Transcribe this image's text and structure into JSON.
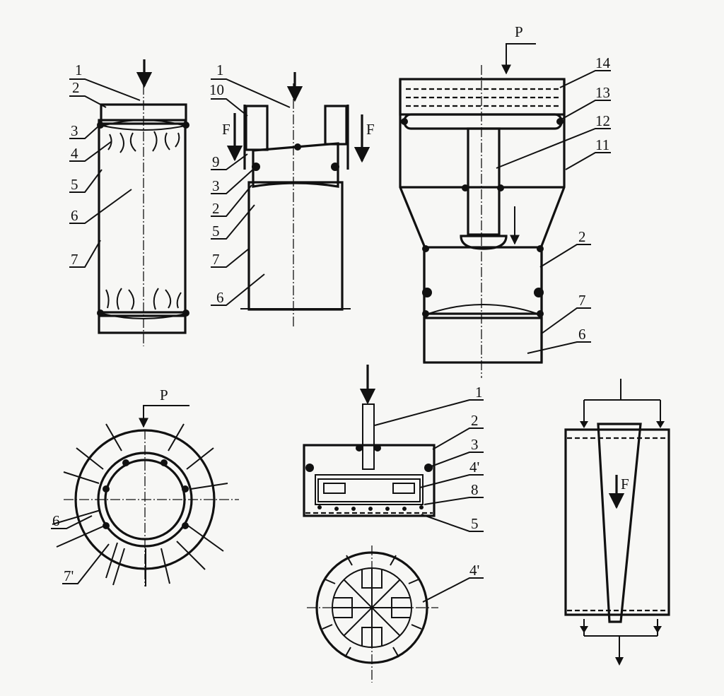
{
  "labels": {
    "a": [
      "1",
      "2",
      "3",
      "4",
      "5",
      "6",
      "7"
    ],
    "b": [
      "1",
      "10",
      "9",
      "3",
      "2",
      "5",
      "7",
      "6"
    ],
    "b_force": "F",
    "c": [
      "14",
      "13",
      "12",
      "11",
      "2",
      "7",
      "6"
    ],
    "c_force": "P",
    "d_force": "P",
    "d": [
      "6",
      "7'"
    ],
    "e": [
      "1",
      "2",
      "3",
      "4'",
      "8",
      "5"
    ],
    "f": [
      "4'"
    ],
    "g_force": "F"
  },
  "colors": {
    "ink": "#111111",
    "paper": "#f7f7f5"
  }
}
